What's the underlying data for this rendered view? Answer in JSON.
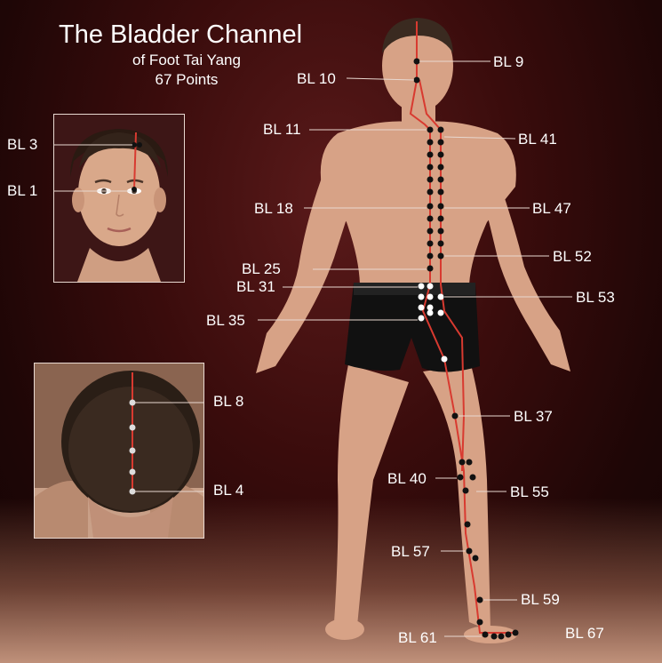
{
  "title": "The Bladder Channel",
  "subtitle_1": "of Foot Tai Yang",
  "subtitle_2": "67 Points",
  "colors": {
    "channel": "#d83a30",
    "point": "#111111",
    "point_open": "#ffffff",
    "label": "#ffffff"
  },
  "labels": {
    "bl9": "BL 9",
    "bl10": "BL 10",
    "bl11": "BL 11",
    "bl41": "BL 41",
    "bl18": "BL 18",
    "bl47": "BL 47",
    "bl52": "BL 52",
    "bl25": "BL 25",
    "bl31": "BL 31",
    "bl53": "BL 53",
    "bl35": "BL 35",
    "bl37": "BL 37",
    "bl40": "BL 40",
    "bl55": "BL 55",
    "bl57": "BL 57",
    "bl59": "BL 59",
    "bl61": "BL 61",
    "bl67": "BL 67",
    "bl3": "BL 3",
    "bl1": "BL 1",
    "bl8": "BL 8",
    "bl4": "BL 4"
  }
}
